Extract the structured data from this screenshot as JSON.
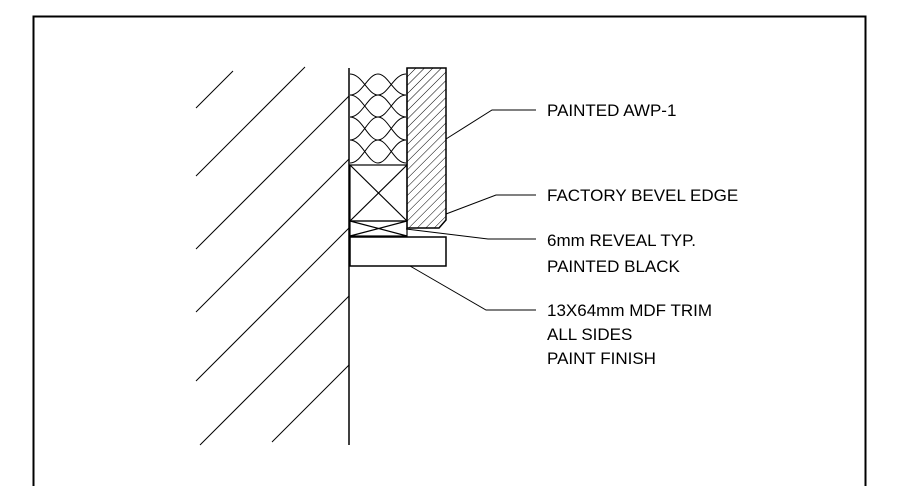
{
  "colors": {
    "line": "#000000",
    "background": "#ffffff"
  },
  "callouts": {
    "painted_awp": {
      "lines": [
        "PAINTED AWP-1"
      ]
    },
    "bevel_edge": {
      "lines": [
        "FACTORY BEVEL EDGE"
      ]
    },
    "reveal": {
      "lines": [
        "6mm REVEAL TYP.",
        "PAINTED BLACK"
      ]
    },
    "trim": {
      "lines": [
        "13X64mm MDF TRIM",
        "ALL SIDES",
        "PAINT FINISH"
      ]
    }
  }
}
